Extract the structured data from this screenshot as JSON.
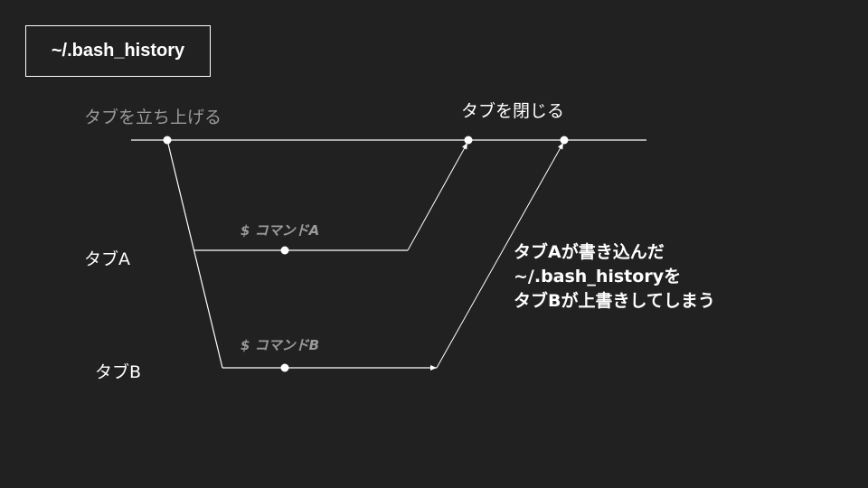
{
  "title": "~/.bash_history",
  "labels": {
    "open_tab": "タブを立ち上げる",
    "close_tab": "タブを閉じる",
    "tab_a": "タブA",
    "tab_b": "タブB",
    "command_a": "$ コマンドA",
    "command_b": "$ コマンドB"
  },
  "note": {
    "line1": "タブAが書き込んだ",
    "line2": "~/.bash_historyを",
    "line3": "タブBが上書きしてしまう"
  }
}
